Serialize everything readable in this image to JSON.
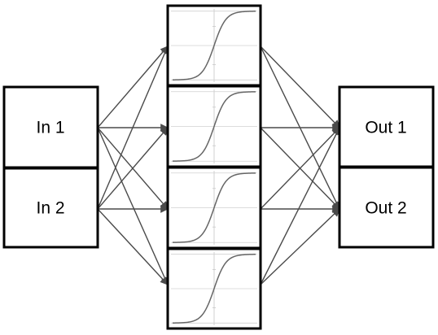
{
  "inputs": [
    {
      "label": "In 1"
    },
    {
      "label": "In 2"
    }
  ],
  "hidden_units": [
    {
      "activation": "sigmoid-icon"
    },
    {
      "activation": "sigmoid-icon"
    },
    {
      "activation": "sigmoid-icon"
    },
    {
      "activation": "sigmoid-icon"
    }
  ],
  "outputs": [
    {
      "label": "Out 1"
    },
    {
      "label": "Out 2"
    }
  ],
  "colors": {
    "box_stroke": "#000000",
    "edge": "#4a4a4a",
    "curve": "#666666",
    "grid": "#d0d0d0"
  }
}
